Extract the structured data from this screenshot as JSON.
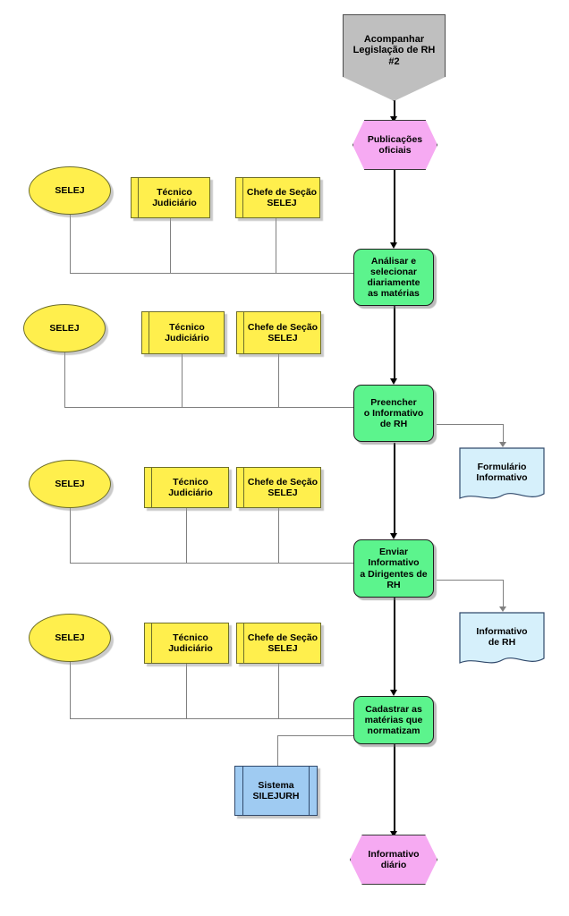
{
  "diagram": {
    "title": "Acompanhar Legislação de RH #2",
    "background": "#ffffff",
    "colors": {
      "terminator_gray": "#bfbfbf",
      "event_pink": "#f6aaf2",
      "process_green": "#5cf48d",
      "role_yellow": "#ffef4d",
      "system_blue": "#9fcbf2",
      "document_lightblue": "#d6f0fb",
      "connector_gray": "#808080",
      "flow_black": "#000000"
    }
  },
  "nodes": {
    "start": {
      "label": "Acompanhar\nLegislação de RH\n#2",
      "line1": "Acompanhar",
      "line2": "Legislação de RH",
      "line3": "#2",
      "shape": "pentagon"
    },
    "trigger": {
      "line1": "Publicações",
      "line2": "oficiais",
      "shape": "hexagon"
    },
    "process1": {
      "line1": "Análisar e",
      "line2": "selecionar",
      "line3": "diariamente",
      "line4": "as matérias",
      "shape": "process"
    },
    "process2": {
      "line1": "Preencher",
      "line2": "o Informativo",
      "line3": "de RH",
      "shape": "process"
    },
    "process3": {
      "line1": "Enviar",
      "line2": "Informativo",
      "line3": "a Dirigentes de",
      "line4": "RH",
      "shape": "process"
    },
    "process4": {
      "line1": "Cadastrar as",
      "line2": "matérias que",
      "line3": "normatizam",
      "shape": "process"
    },
    "doc1": {
      "line1": "Formulário",
      "line2": "Informativo",
      "shape": "document"
    },
    "doc2": {
      "line1": "Informativo",
      "line2": "de RH",
      "shape": "document"
    },
    "system": {
      "line1": "Sistema",
      "line2": "SILEJURH",
      "shape": "system"
    },
    "end": {
      "line1": "Informativo",
      "line2": "diário",
      "shape": "hexagon"
    }
  },
  "roles": {
    "unit_label": "SELEJ",
    "technician_line1": "Técnico",
    "technician_line2": "Judiciário",
    "chief_line1": "Chefe de Seção",
    "chief_line2": "SELEJ"
  },
  "role_rows": [
    {
      "row": 1,
      "unit": "SELEJ",
      "technician_line1": "Técnico",
      "technician_line2": "Judiciário",
      "chief_line1": "Chefe de Seção",
      "chief_line2": "SELEJ"
    },
    {
      "row": 2,
      "unit": "SELEJ",
      "technician_line1": "Técnico",
      "technician_line2": "Judiciário",
      "chief_line1": "Chefe de Seção",
      "chief_line2": "SELEJ"
    },
    {
      "row": 3,
      "unit": "SELEJ",
      "technician_line1": "Técnico",
      "technician_line2": "Judiciário",
      "chief_line1": "Chefe de Seção",
      "chief_line2": "SELEJ"
    },
    {
      "row": 4,
      "unit": "SELEJ",
      "technician_line1": "Técnico",
      "technician_line2": "Judiciário",
      "chief_line1": "Chefe de Seção",
      "chief_line2": "SELEJ"
    }
  ]
}
